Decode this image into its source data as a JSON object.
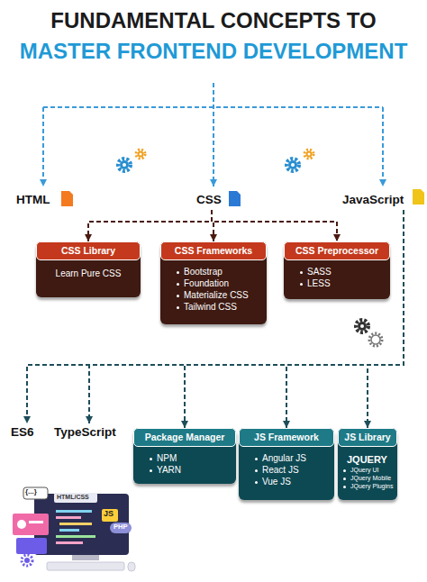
{
  "diagram": {
    "title": "FUNDAMENTAL CONCEPTS TO MASTER FRONTEND DEVELOPMENT",
    "nodes": [
      {
        "text": [
          "HTML"
        ]
      },
      {
        "text": [
          "CSS"
        ]
      },
      {
        "text": [
          "JavaScript"
        ]
      },
      {
        "text": [
          "CSS Library",
          "Learn Pure CSS"
        ]
      },
      {
        "text": [
          "CSS Frameworks",
          "Bootstrap",
          "Foundation",
          "Materialize CSS",
          "Tailwind CSS"
        ]
      },
      {
        "text": [
          "CSS Preprocessor",
          "SASS",
          "LESS"
        ]
      },
      {
        "text": [
          "ES6"
        ]
      },
      {
        "text": [
          "TypeScript"
        ]
      },
      {
        "text": [
          "Package Manager",
          "NPM",
          "YARN"
        ]
      },
      {
        "text": [
          "JS Framework",
          "Angular JS",
          "React JS",
          "Vue JS"
        ]
      },
      {
        "text": [
          "JS Library",
          "JQUERY",
          "JQuery UI",
          "JQuery Mobile",
          "JQuery Plugins"
        ]
      }
    ],
    "edges": [
      {
        "from": 1,
        "to": 3,
        "arrow": "to"
      },
      {
        "from": 1,
        "to": 4,
        "arrow": "to"
      },
      {
        "from": 1,
        "to": 5,
        "arrow": "to"
      },
      {
        "from": 2,
        "to": 6,
        "arrow": "to"
      },
      {
        "from": 2,
        "to": 7,
        "arrow": "to"
      },
      {
        "from": 2,
        "to": 8,
        "arrow": "to"
      },
      {
        "from": 2,
        "to": 9,
        "arrow": "to"
      },
      {
        "from": 2,
        "to": 10,
        "arrow": "to"
      }
    ],
    "labels": [
      "{...}",
      "HTML/CSS",
      "JS",
      "PHP"
    ]
  }
}
